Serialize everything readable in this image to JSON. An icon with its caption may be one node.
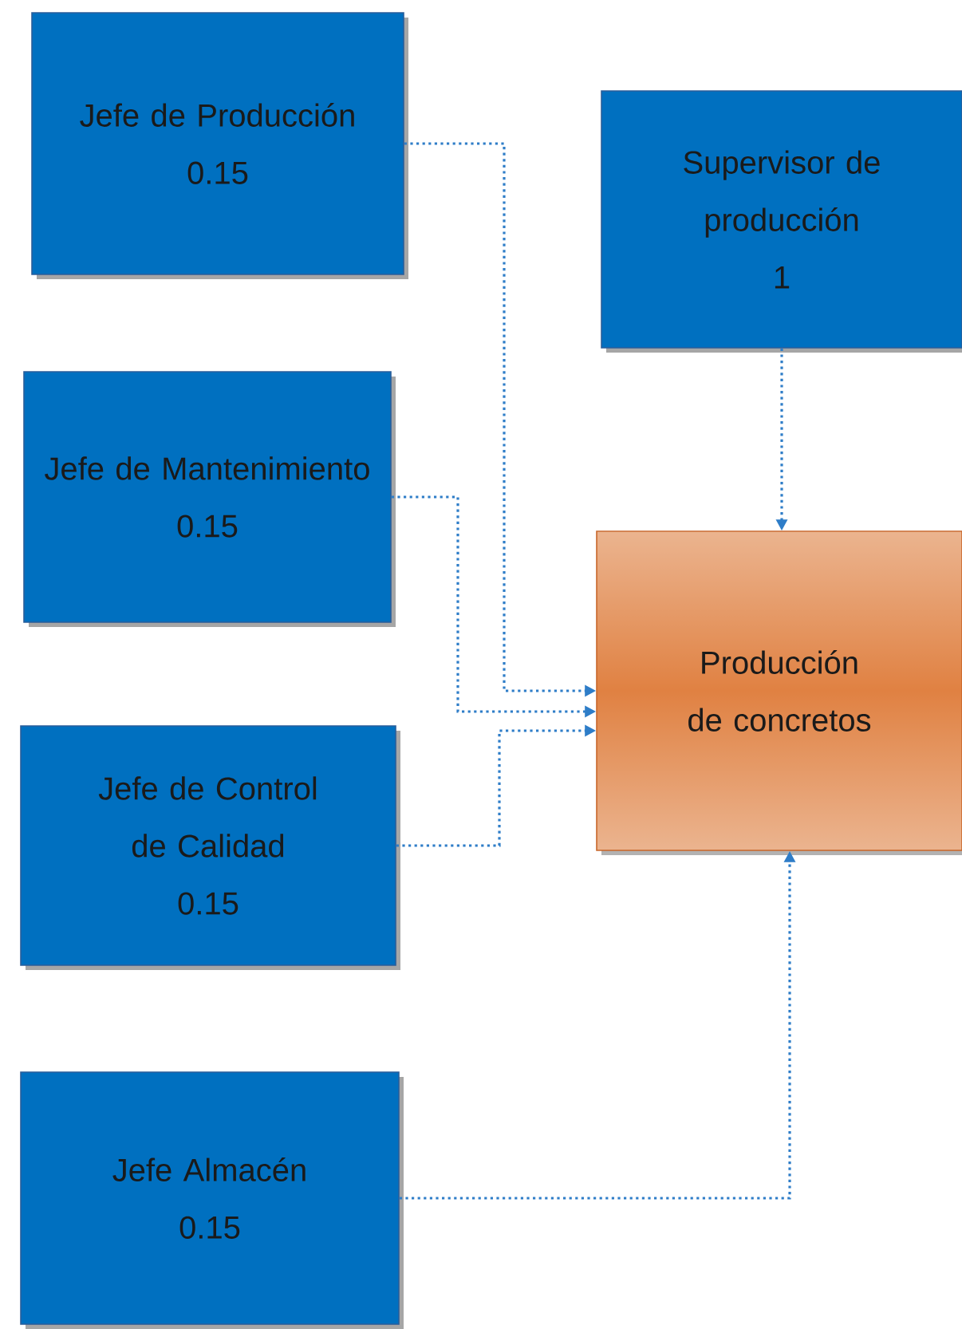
{
  "diagram": {
    "nodes": [
      {
        "text": [
          "Jefe de Producción",
          "0.15"
        ]
      },
      {
        "text": [
          "Supervisor de producción",
          "1"
        ]
      },
      {
        "text": [
          "Jefe de Mantenimiento",
          "0.15"
        ]
      },
      {
        "text": [
          "Producción de concretos"
        ]
      },
      {
        "text": [
          "Jefe de Control de Calidad",
          "0.15"
        ]
      },
      {
        "text": [
          "Jefe Almacén",
          "0.15"
        ]
      }
    ],
    "edges": [
      {
        "from": 0,
        "to": 3,
        "arrow": "to"
      },
      {
        "from": 1,
        "to": 3,
        "arrow": "to"
      },
      {
        "from": 2,
        "to": 3,
        "arrow": "to"
      },
      {
        "from": 4,
        "to": 3,
        "arrow": "to"
      },
      {
        "from": 5,
        "to": 3,
        "arrow": "to"
      }
    ]
  }
}
